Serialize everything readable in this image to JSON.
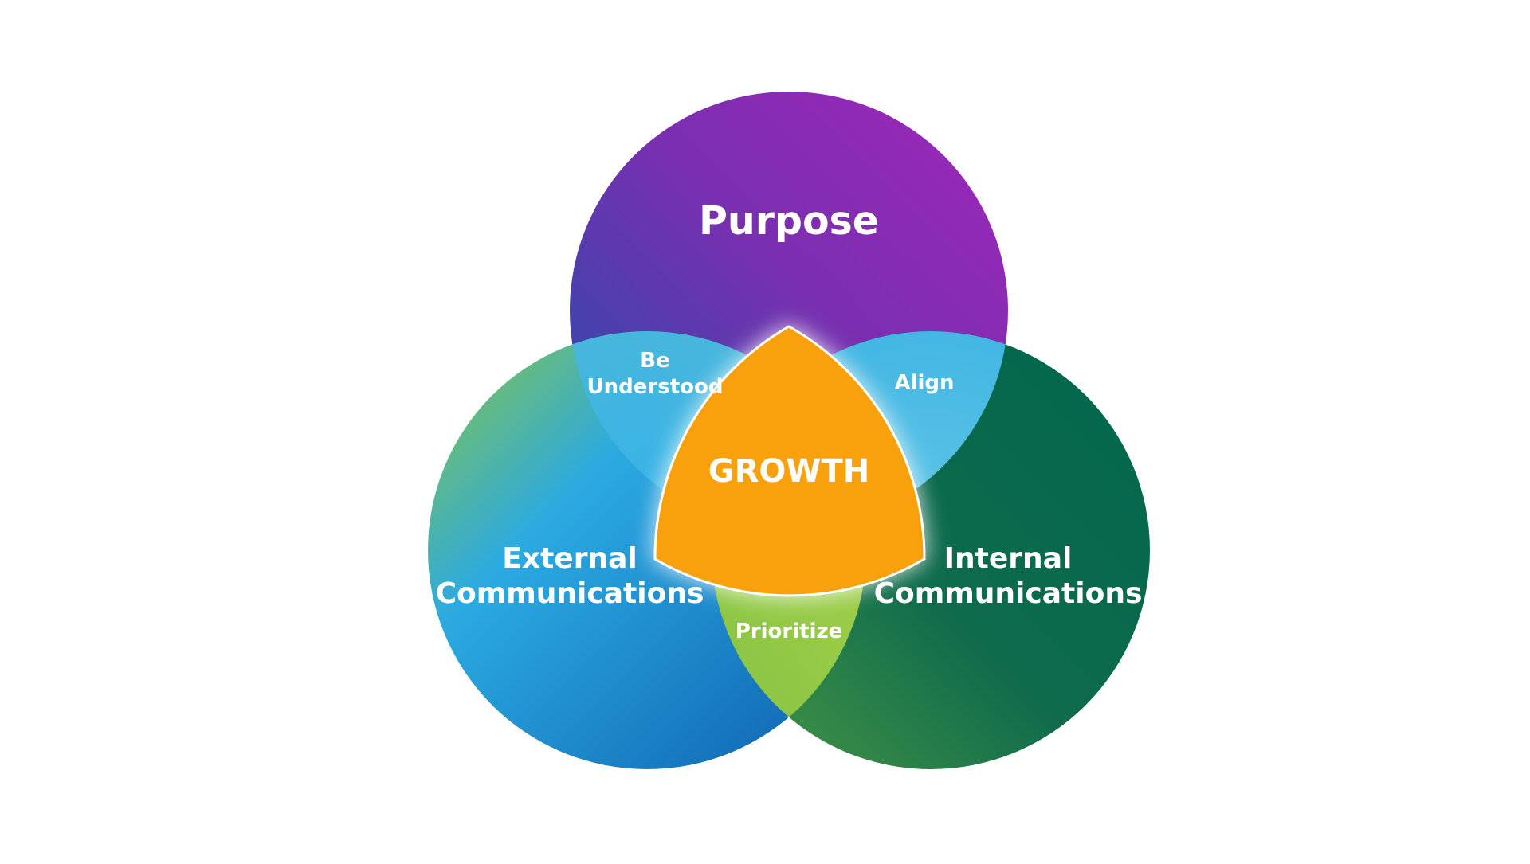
{
  "diagram": {
    "center": {
      "label": "GROWTH",
      "color": "#F9A010"
    },
    "circles": [
      {
        "id": "purpose",
        "label": "Purpose",
        "color_start": "#1E4FA8",
        "color_end": "#A026B8"
      },
      {
        "id": "external",
        "label_lines": [
          "External",
          "Communications"
        ],
        "color_start": "#8CC63F",
        "color_end": "#0D5FAE"
      },
      {
        "id": "internal",
        "label_lines": [
          "Internal",
          "Communications"
        ],
        "color_start": "#4A9A44",
        "color_end": "#00664D"
      }
    ],
    "intersections": [
      {
        "id": "purpose-external",
        "label_lines": [
          "Be",
          "Understood"
        ]
      },
      {
        "id": "purpose-internal",
        "label_lines": [
          "Align"
        ]
      },
      {
        "id": "external-internal",
        "label_lines": [
          "Prioritize"
        ]
      }
    ]
  }
}
